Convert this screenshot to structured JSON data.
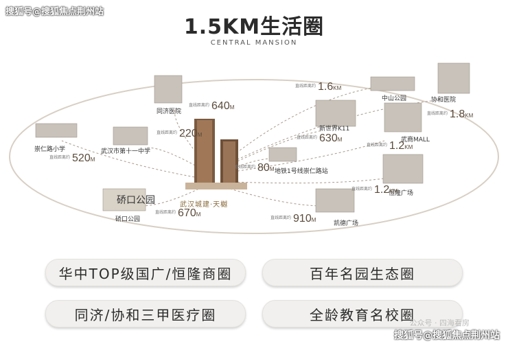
{
  "watermark_top": "搜狐号@搜狐焦点荆州站",
  "watermark_bottom": "搜狐号@搜狐焦点荆州站",
  "watermark_faint": "公众号 · 四海看房",
  "title": "1.5KM生活圈",
  "subtitle": "CENTRAL MANSION",
  "project_label": "武汉城建·天樾",
  "distance_caption": "直线距离约",
  "places": [
    {
      "name": "同济医院",
      "dist": "640",
      "unit": "M"
    },
    {
      "name": "武汉市第十一中学",
      "dist": "220",
      "unit": "M"
    },
    {
      "name": "崇仁路小学",
      "dist": "520",
      "unit": "M"
    },
    {
      "name": "硚口公园",
      "dist": "670",
      "unit": "M"
    },
    {
      "name": "地铁1号线崇仁路站",
      "dist": "80",
      "unit": "M"
    },
    {
      "name": "新世界K11",
      "dist": "630",
      "unit": "M"
    },
    {
      "name": "中山公园",
      "dist": "1.6",
      "unit": "KM"
    },
    {
      "name": "协和医院",
      "dist": "1.8",
      "unit": "KM"
    },
    {
      "name": "武商MALL",
      "dist": "1.2",
      "unit": "KM"
    },
    {
      "name": "恒隆广场",
      "dist": "1.2",
      "unit": "KM"
    },
    {
      "name": "凯德广场",
      "dist": "910",
      "unit": "M"
    }
  ],
  "logo_text": "硚口公园",
  "pills": [
    "华中TOP级国广/恒隆商圈",
    "百年名园生态圈",
    "同济/协和三甲医疗圈",
    "全龄教育名校圈"
  ]
}
